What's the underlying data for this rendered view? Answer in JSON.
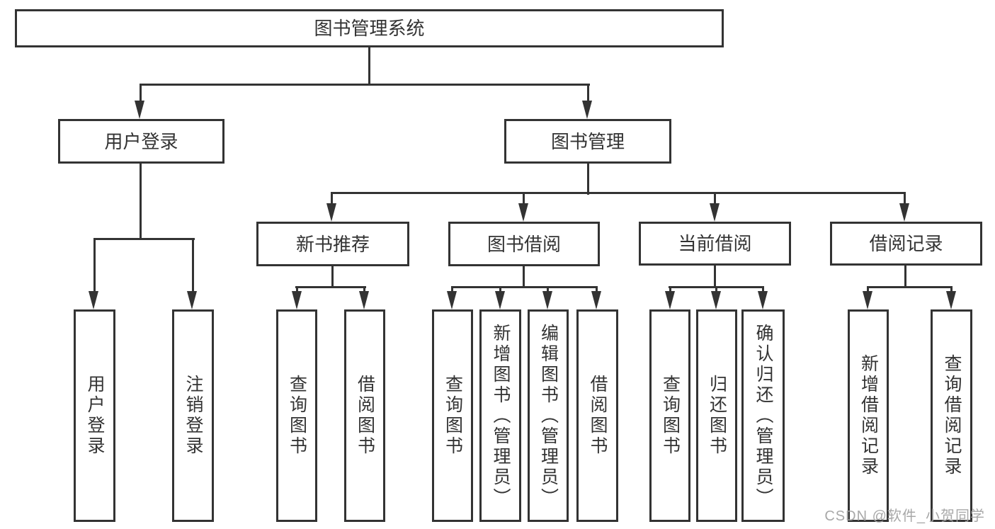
{
  "title": {
    "label": "图书管理系统"
  },
  "level2": {
    "user": {
      "label": "用户登录",
      "children": [
        "用户登录",
        "注销登录"
      ]
    },
    "mgmt": {
      "label": "图书管理"
    }
  },
  "level3": {
    "new_books": {
      "label": "新书推荐",
      "children": [
        "查询图书",
        "借阅图书"
      ]
    },
    "borrowing": {
      "label": "图书借阅",
      "children": [
        "查询图书",
        "新增图书（管理员）",
        "编辑图书（管理员）",
        "借阅图书"
      ]
    },
    "current": {
      "label": "当前借阅",
      "children": [
        "查询图书",
        "归还图书",
        "确认归还（管理员）"
      ]
    },
    "records": {
      "label": "借阅记录",
      "children": [
        "新增借阅记录",
        "查询借阅记录"
      ]
    }
  },
  "watermark": {
    "text": "CSDN @软件_小贺同学"
  },
  "colors": {
    "line": "#333333",
    "text": "#333333",
    "watermark": "#a3a3a3",
    "background": "#ffffff"
  }
}
